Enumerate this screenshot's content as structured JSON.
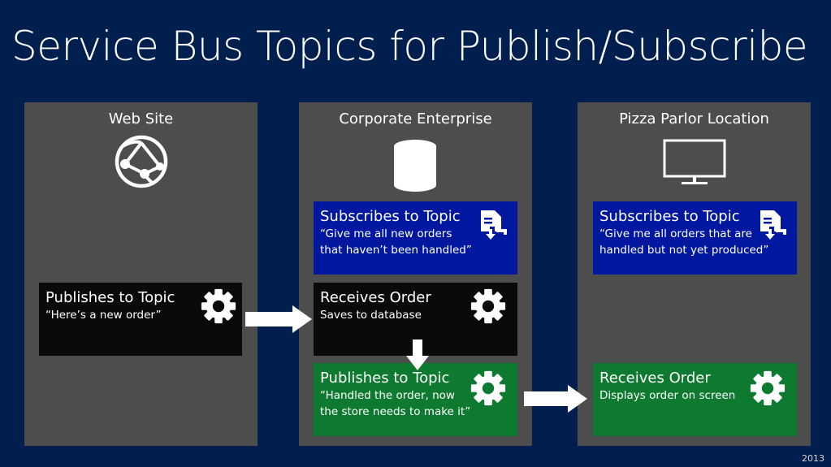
{
  "title": "Service Bus Topics for Publish/Subscribe",
  "columns": {
    "web": {
      "title": "Web Site"
    },
    "corp": {
      "title": "Corporate Enterprise"
    },
    "pizza": {
      "title": "Pizza Parlor Location"
    }
  },
  "boxes": {
    "web_publish": {
      "title": "Publishes to Topic",
      "line1": "“Here’s a new order”"
    },
    "corp_subscribe": {
      "title": "Subscribes to Topic",
      "line1": "“Give me all new orders",
      "line2": "that haven’t been handled”"
    },
    "corp_receive": {
      "title": "Receives Order",
      "line1": "Saves to database"
    },
    "corp_publish": {
      "title": "Publishes to Topic",
      "line1": "“Handled the order, now",
      "line2": "the store needs to make it”"
    },
    "pizza_subscribe": {
      "title": "Subscribes to Topic",
      "line1": "“Give me all orders that are",
      "line2": "handled but not yet produced”"
    },
    "pizza_receive": {
      "title": "Receives Order",
      "line1": "Displays order on screen"
    }
  },
  "footer": "2013",
  "icons": {
    "web": "globe-network-icon",
    "corp": "database-icon",
    "pizza": "monitor-icon",
    "gear": "gear-icon",
    "subscribe": "document-download-icon"
  },
  "colors": {
    "background": "#001f4e",
    "column": "#4d4d4d",
    "blue_box": "#0018a0",
    "black_box": "#0a0a0a",
    "green_box": "#0d7a2f"
  }
}
